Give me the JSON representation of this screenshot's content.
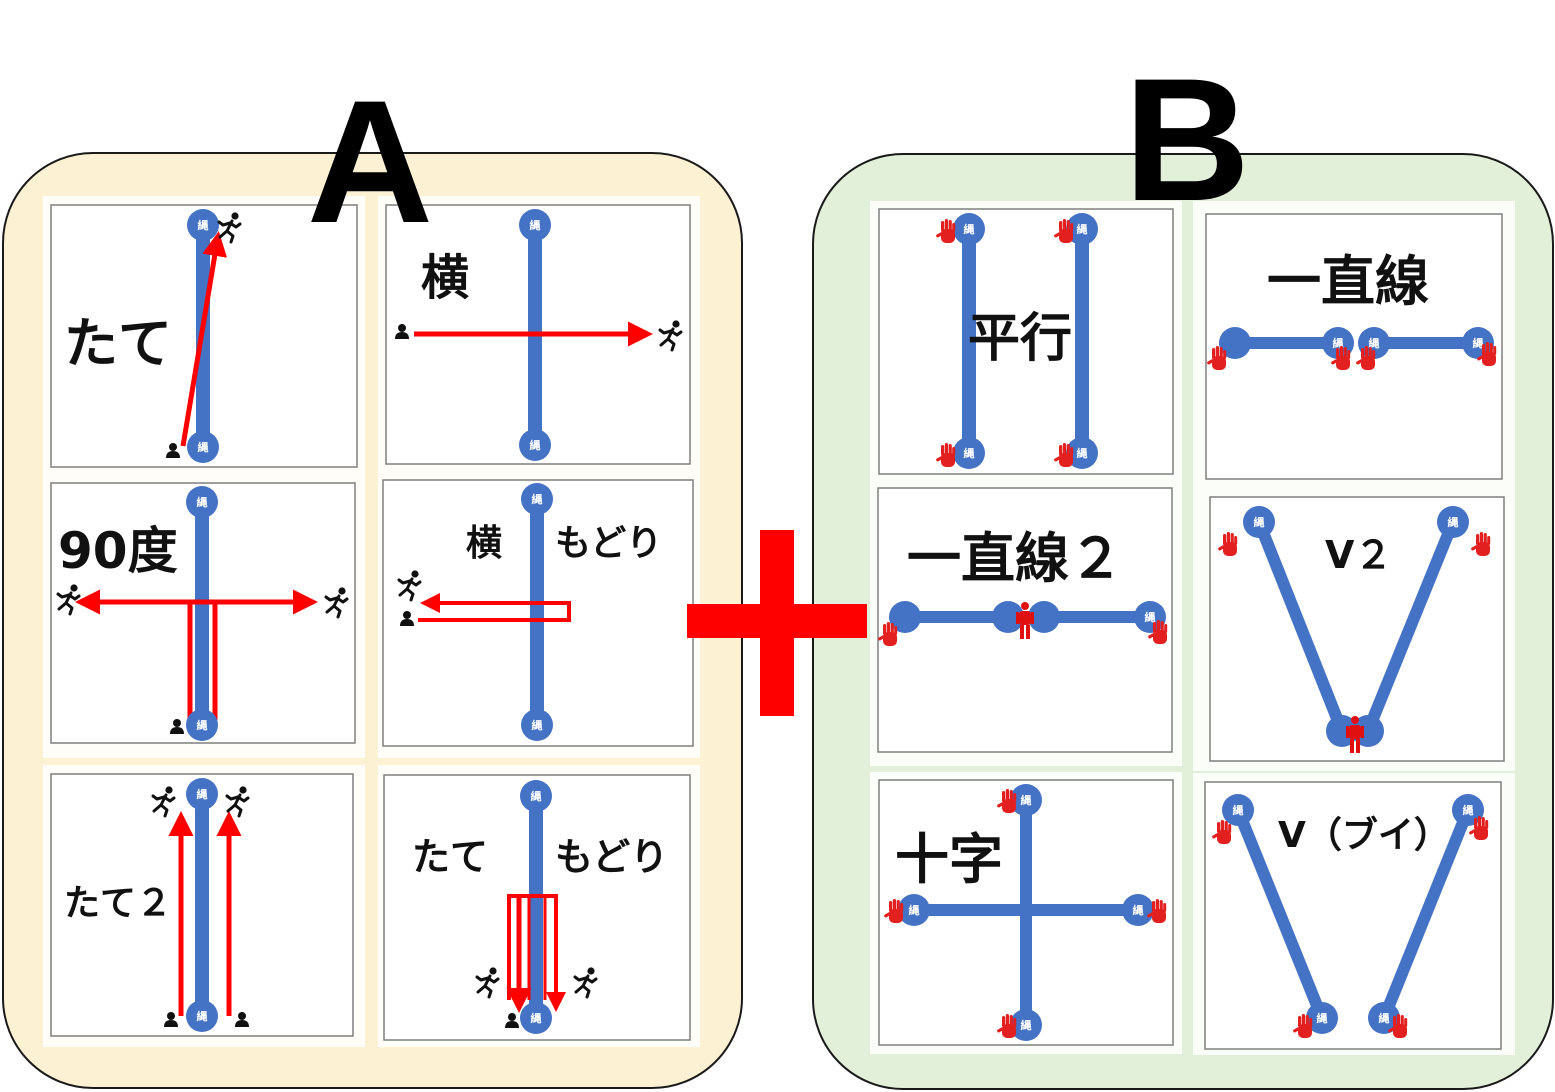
{
  "labels": {
    "group_a": "A",
    "group_b": "B"
  },
  "colors": {
    "group_a_bg": "#fdf1d4",
    "group_b_bg": "#e2efd9",
    "rope": "#4472c4",
    "arrow": "#ff0000",
    "plus": "#ff0000"
  },
  "node_char": "縄",
  "icons": [
    "person-icon",
    "runner-icon",
    "hand-icon",
    "standing-person-icon"
  ],
  "group_a": {
    "panels": [
      {
        "title": "たて"
      },
      {
        "title": "横"
      },
      {
        "title": "90度"
      },
      {
        "title_left": "横",
        "title_right": "もどり"
      },
      {
        "title": "たて２"
      },
      {
        "title_left": "たて",
        "title_right": "もどり"
      }
    ]
  },
  "group_b": {
    "panels": [
      {
        "title": "平行"
      },
      {
        "title": "一直線"
      },
      {
        "title": "一直線２"
      },
      {
        "title": "V２"
      },
      {
        "title": "十字"
      },
      {
        "title": "V（ブイ）"
      }
    ]
  }
}
